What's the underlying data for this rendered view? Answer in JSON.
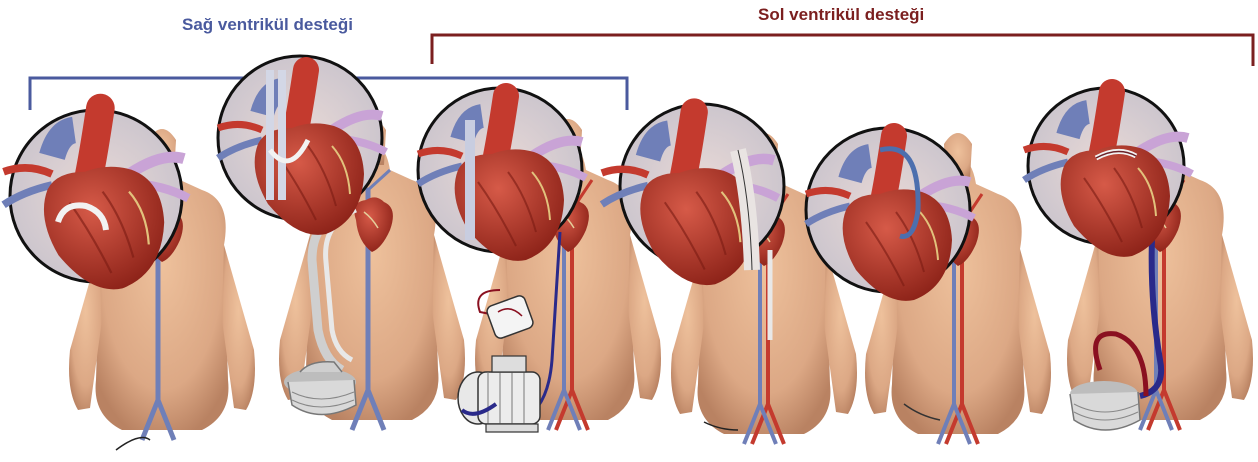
{
  "groups": {
    "right_support": {
      "label": "Sağ ventrikül desteği",
      "color": "#4a5a9e"
    },
    "left_support": {
      "label": "Sol ventrikül desteği",
      "color": "#7b1f1f"
    }
  },
  "colors": {
    "skin": "#e3b48e",
    "skin_shadow": "#c9926c",
    "artery": "#c43a2e",
    "vein": "#6f7fb8",
    "heart": "#b8382c",
    "lung_vessel": "#c9a3d6",
    "device": "#d9d9d9",
    "cable_red": "#8a1020",
    "cable_blue": "#2a2a8a"
  },
  "panels": [
    {
      "id": "p1",
      "support": "right",
      "device": "none"
    },
    {
      "id": "p2",
      "support": "right",
      "device": "console"
    },
    {
      "id": "p3",
      "support": "right",
      "device": "motor"
    },
    {
      "id": "p4",
      "support": "left",
      "device": "none"
    },
    {
      "id": "p5",
      "support": "left",
      "device": "none"
    },
    {
      "id": "p6",
      "support": "left",
      "device": "console"
    }
  ]
}
